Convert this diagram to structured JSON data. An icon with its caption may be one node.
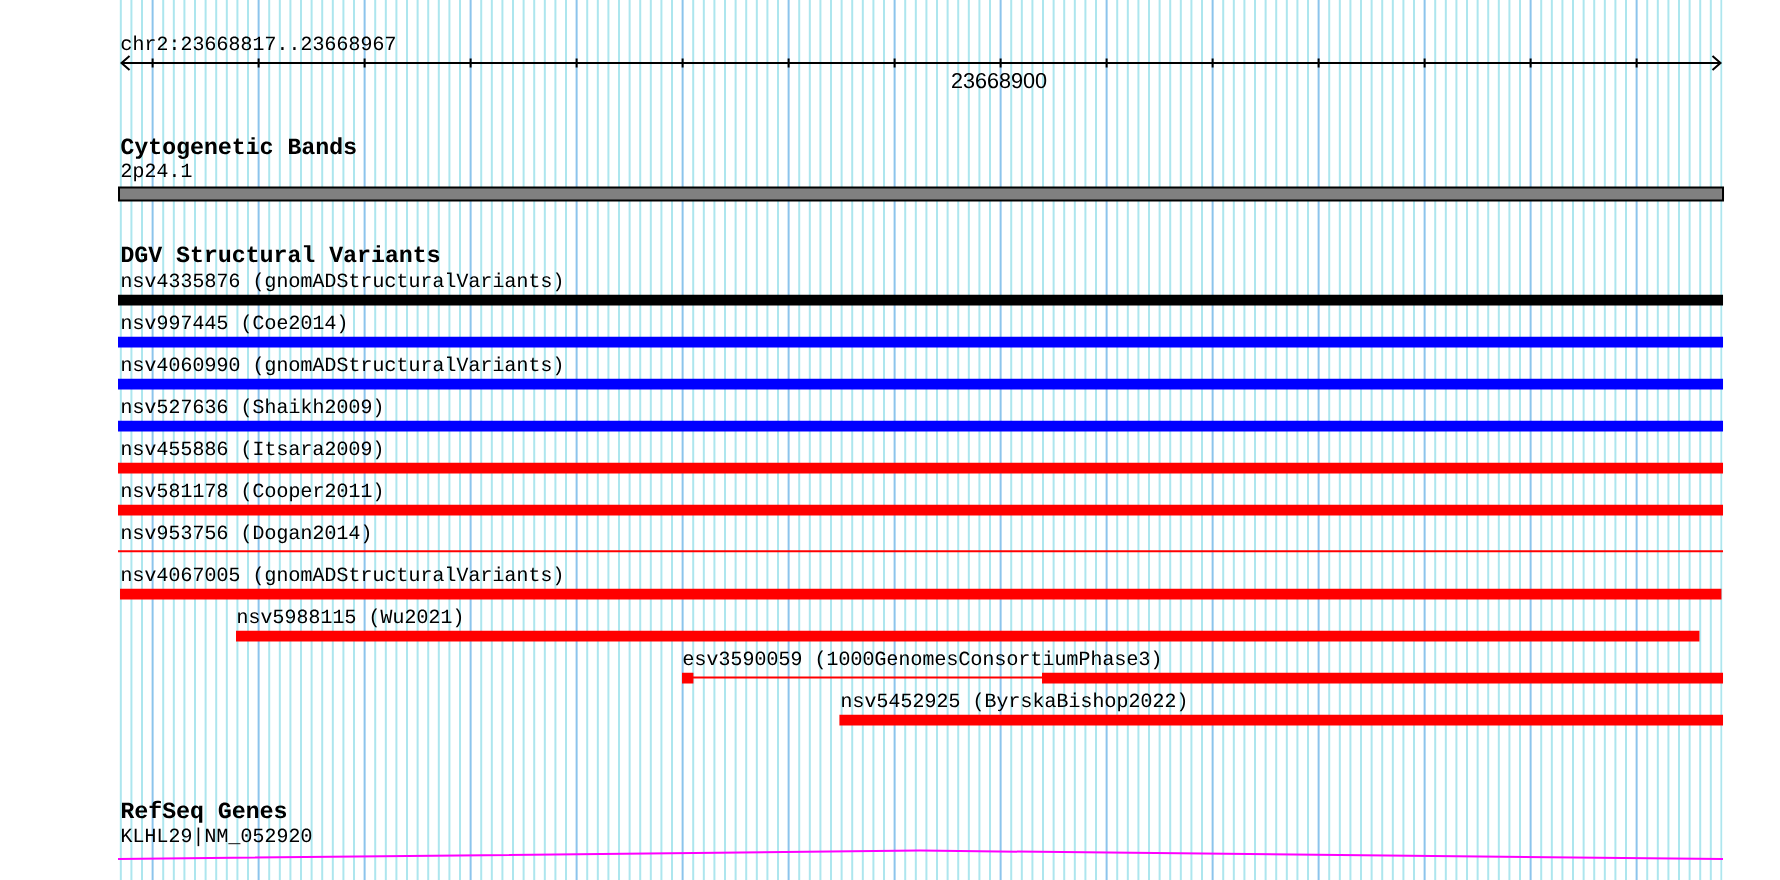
{
  "diagram": {
    "nodes": [
      {
        "text": [
          "2p24.1"
        ]
      },
      {
        "text": [
          "nsv4335876 (gnomADStructuralVariants)"
        ]
      },
      {
        "text": [
          "nsv997445 (Coe2014)"
        ]
      },
      {
        "text": [
          "nsv4060990 (gnomADStructuralVariants)"
        ]
      },
      {
        "text": [
          "nsv527636 (Shaikh2009)"
        ]
      },
      {
        "text": [
          "nsv455886 (Itsara2009)"
        ]
      },
      {
        "text": [
          "nsv581178 (Cooper2011)"
        ]
      },
      {
        "text": [
          "nsv953756 (Dogan2014)"
        ]
      },
      {
        "text": [
          "nsv4067005 (gnomADStructuralVariants)"
        ]
      },
      {
        "text": [
          "nsv5988115 (Wu2021)"
        ]
      },
      {
        "text": [
          "esv3590059 (1000GenomesConsortiumPhase3)"
        ]
      },
      {
        "text": [
          "nsv5452925 (ByrskaBishop2022)"
        ]
      },
      {
        "text": [
          "KLHL29|NM_052920"
        ]
      }
    ],
    "labels": [
      "chr2:23668817..23668967",
      "23668900",
      "Cytogenetic Bands",
      "DGV Structural Variants",
      "RefSeq Genes"
    ]
  }
}
